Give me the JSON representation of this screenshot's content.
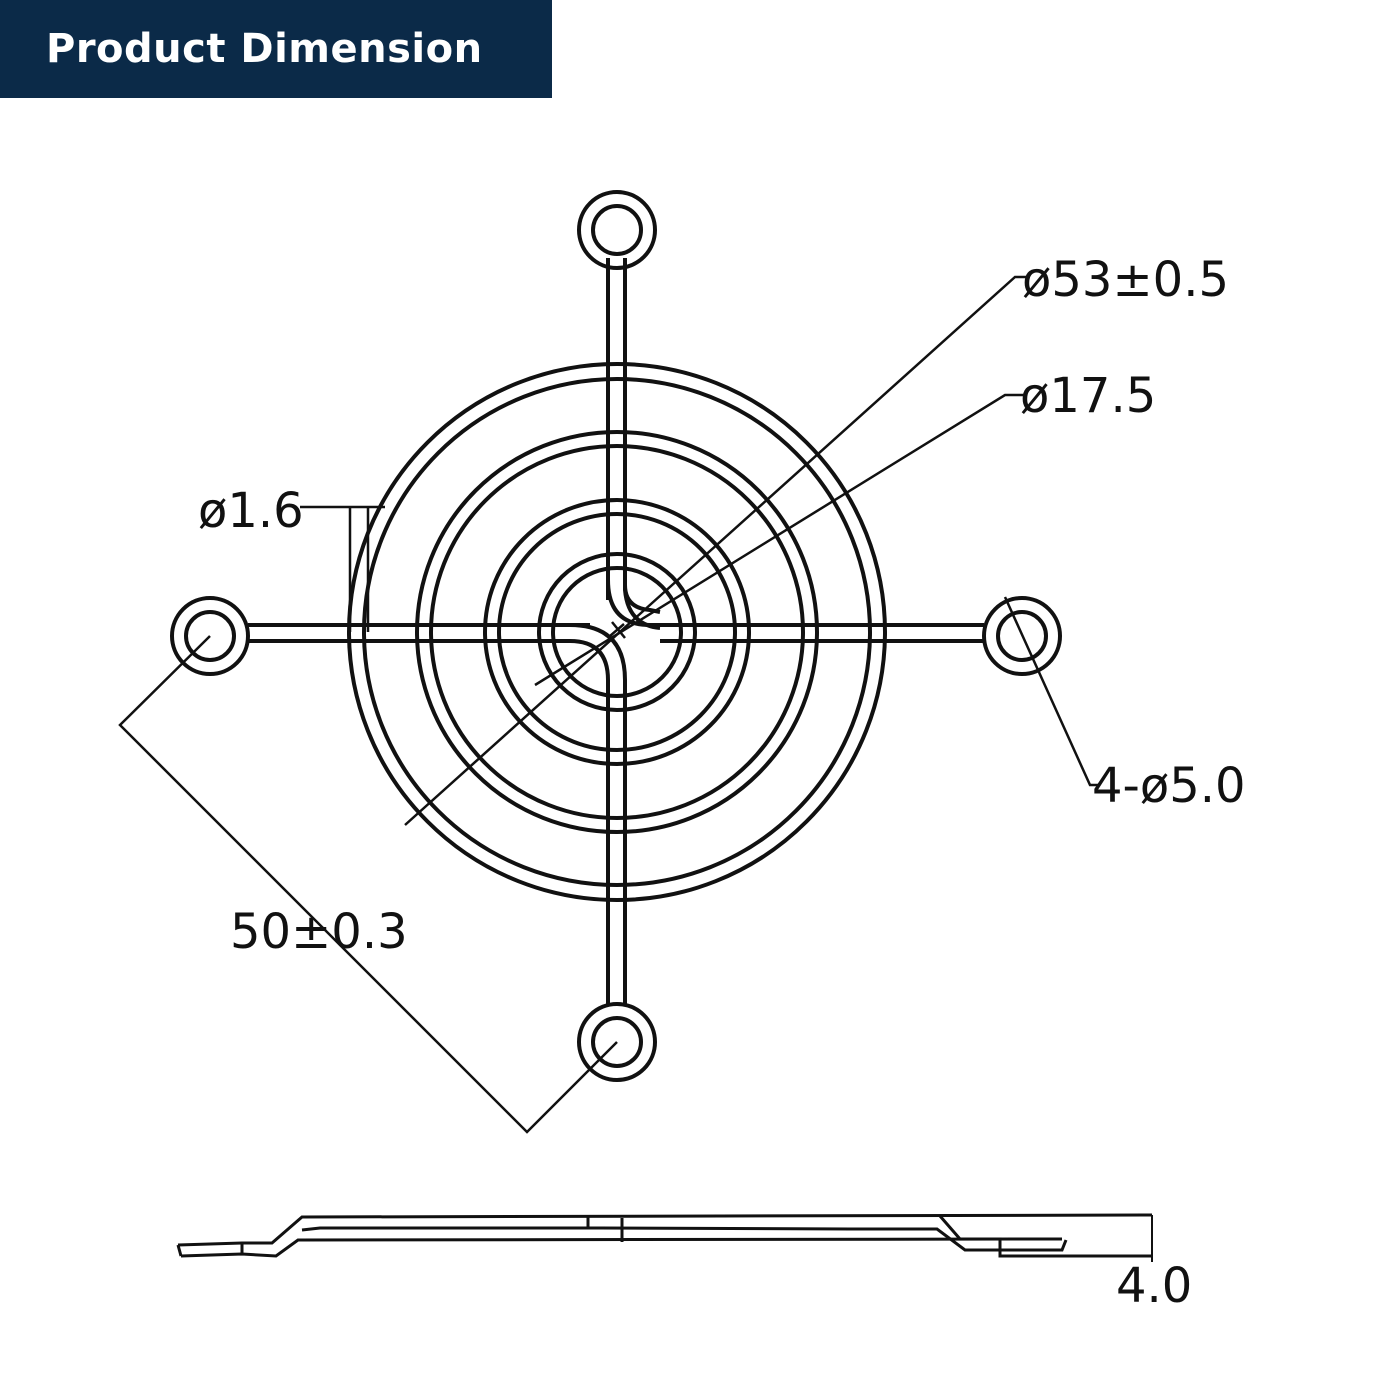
{
  "header": {
    "title": "Product Dimension",
    "background": "#0b2a48"
  },
  "dimensions": {
    "outer_diameter": "ø53±0.5",
    "inner_diameter": "ø17.5",
    "wire_diameter": "ø1.6",
    "mount_holes": "4-ø5.0",
    "hole_spacing": "50±0.3",
    "thickness": "4.0"
  }
}
